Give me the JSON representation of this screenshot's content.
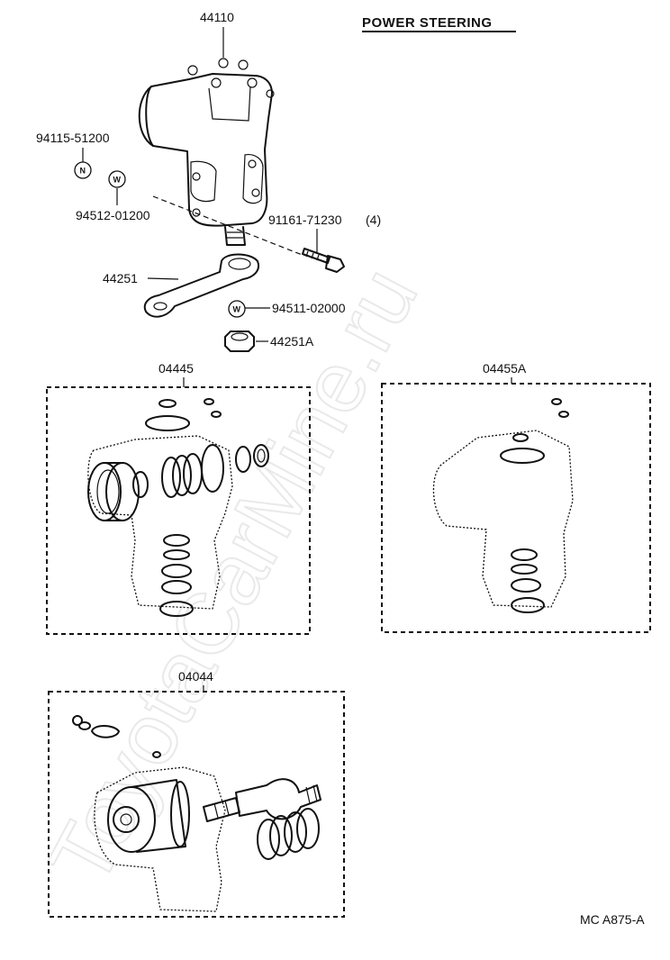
{
  "title": "POWER STEERING",
  "watermark": "ToyotaCarMine.ru",
  "code": "MC A875-A",
  "parts": {
    "gear_housing": "44110",
    "nut_n": "94115-51200",
    "washer_w": "94512-01200",
    "bolt": "91161-71230",
    "bolt_qty": "(4)",
    "pitman_arm": "44251",
    "washer_w2": "94511-02000",
    "nut": "44251A"
  },
  "kits": {
    "kit_a": "04445",
    "kit_b": "04455A",
    "kit_c": "04044"
  },
  "badges": {
    "n": "N",
    "w": "W"
  }
}
